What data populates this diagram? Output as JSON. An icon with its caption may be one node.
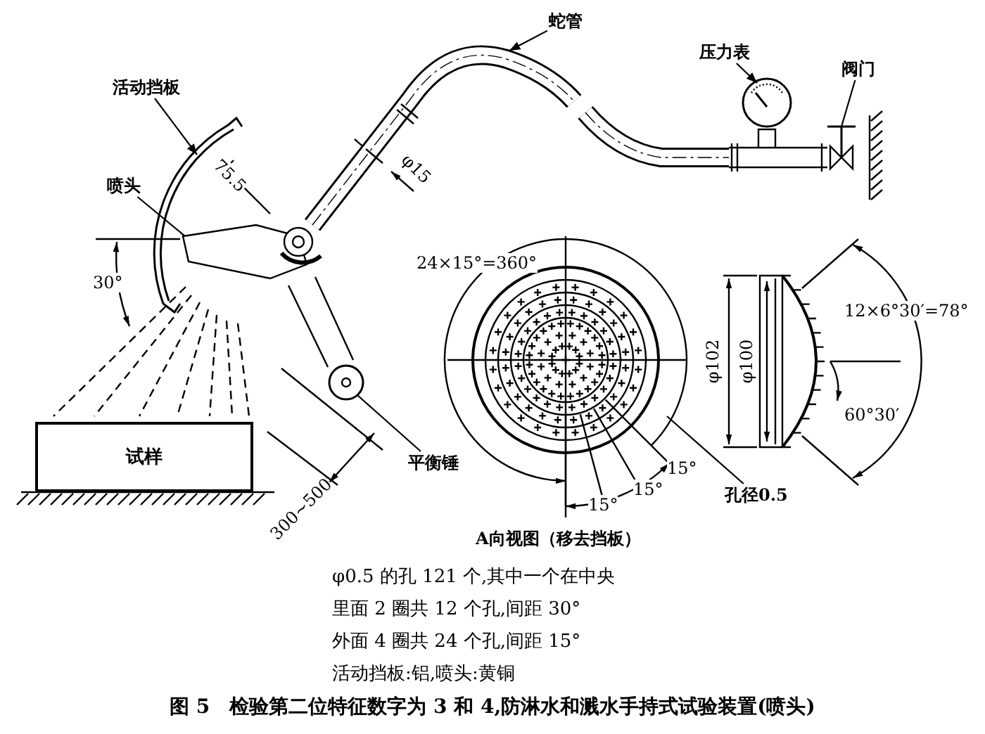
{
  "diagram": {
    "caption": "图 5　检验第二位特征数字为 3 和 4,防淋水和溅水手持式试验装置(喷头)",
    "nodes": [
      {
        "text": [
          "活动挡板"
        ]
      },
      {
        "text": [],
        "shape": "picture"
      },
      {
        "text": [
          "喷头"
        ]
      },
      {
        "text": [],
        "shape": "picture"
      },
      {
        "text": [
          "蛇管"
        ]
      },
      {
        "text": [],
        "shape": "picture"
      },
      {
        "text": [
          "压力表"
        ]
      },
      {
        "text": [],
        "shape": "picture"
      },
      {
        "text": [
          "阀门"
        ]
      },
      {
        "text": [],
        "shape": "picture"
      },
      {
        "text": [
          "平衡锤"
        ]
      },
      {
        "text": [],
        "shape": "picture"
      },
      {
        "text": [
          "试样"
        ]
      },
      {
        "text": [
          "孔径0.5"
        ]
      }
    ],
    "edges": [
      {
        "from": 0,
        "to": 1,
        "arrow": "to"
      },
      {
        "from": 2,
        "to": 3,
        "arrow": "none"
      },
      {
        "from": 4,
        "to": 5,
        "arrow": "to"
      },
      {
        "from": 6,
        "to": 7,
        "arrow": "to"
      },
      {
        "from": 8,
        "to": 9,
        "arrow": "none"
      },
      {
        "from": 10,
        "to": 11,
        "arrow": "none"
      },
      {
        "from": 13,
        "to": null,
        "arrow": "none"
      }
    ],
    "labels": [
      "75.5",
      "φ15",
      "30°",
      "300~500",
      "24×15°=360°",
      "φ102",
      "φ100",
      "12×6°30′=78°",
      "60°30′",
      "15°",
      "15°",
      "15°",
      "A向视图（移去挡板）",
      "φ0.5 的孔 121 个,其中一个在中央",
      "里面 2 圈共 12 个孔,间距 30°",
      "外面 4 圈共 24 个孔,间距 15°",
      "活动挡板:铝,喷头:黄铜"
    ]
  }
}
